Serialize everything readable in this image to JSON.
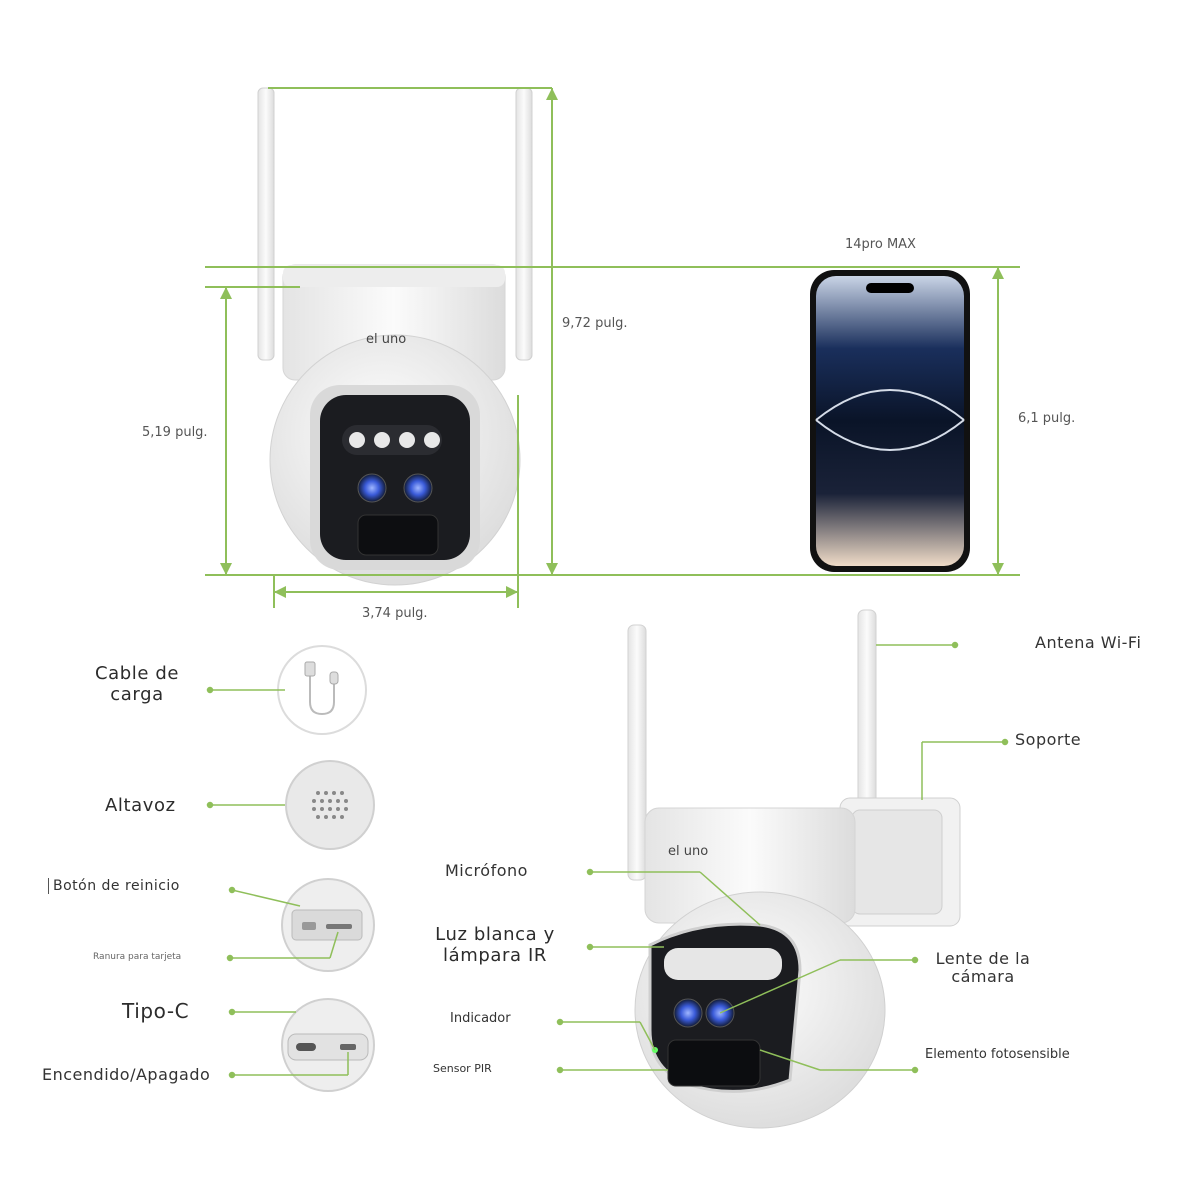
{
  "dimensions": {
    "total_height": "9,72 pulg.",
    "body_height": "5,19 pulg.",
    "width": "3,74 pulg.",
    "phone_model": "14pro MAX",
    "phone_height": "6,1 pulg."
  },
  "brand": {
    "logo_top": "el uno",
    "logo_bottom": "el uno"
  },
  "accessories": {
    "cable_line1": "Cable de",
    "cable_line2": "carga",
    "speaker": "Altavoz",
    "reset_button": "Botón de reinicio",
    "card_slot": "Ranura para tarjeta",
    "type_c": "Tipo-C",
    "power": "Encendido/Apagado"
  },
  "parts": {
    "antenna": "Antena Wi-Fi",
    "support": "Soporte",
    "microphone": "Micrófono",
    "light_line1": "Luz blanca y",
    "light_line2": "lámpara IR",
    "lens_line1": "Lente de la",
    "lens_line2": "cámara",
    "indicator": "Indicador",
    "pir": "Sensor PIR",
    "photosensitive": "Elemento fotosensible"
  },
  "colors": {
    "accent_line": "#8fbf5a",
    "camera_body": "#f2f2f2",
    "lens_blue": "#3a5bd9"
  }
}
